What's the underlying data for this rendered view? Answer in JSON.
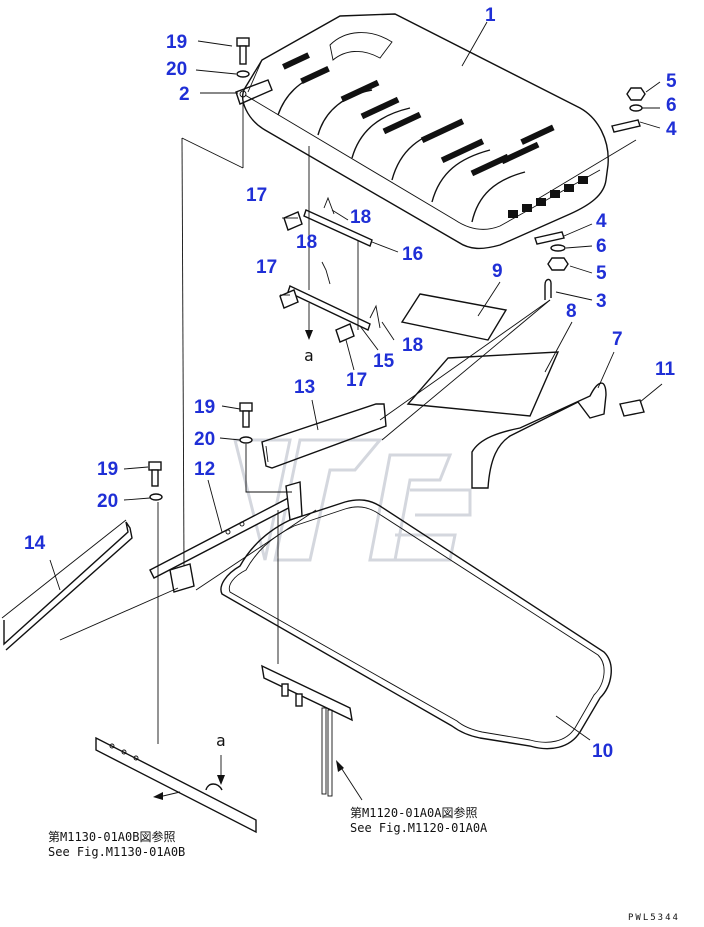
{
  "callouts": {
    "c1": "1",
    "c2": "2",
    "c3": "3",
    "c4a": "4",
    "c4b": "4",
    "c5a": "5",
    "c5b": "5",
    "c6a": "6",
    "c6b": "6",
    "c7": "7",
    "c8": "8",
    "c9": "9",
    "c10": "10",
    "c11": "11",
    "c12": "12",
    "c13": "13",
    "c14": "14",
    "c15": "15",
    "c16": "16",
    "c17a": "17",
    "c17b": "17",
    "c17c": "17",
    "c18a": "18",
    "c18b": "18",
    "c18c": "18",
    "c19a": "19",
    "c19b": "19",
    "c19c": "19",
    "c20a": "20",
    "c20b": "20",
    "c20c": "20"
  },
  "markers": {
    "a_top": "a",
    "a_bottom": "a"
  },
  "references": {
    "left": {
      "line1": "第M1130-01A0B図参照",
      "line2": "See Fig.M1130-01A0B"
    },
    "right": {
      "line1": "第M1120-01A0A図参照",
      "line2": "See Fig.M1120-01A0A"
    }
  },
  "drawing_code": "PWL5344",
  "colors": {
    "callout": "#1f2fd6",
    "line": "#111111"
  }
}
